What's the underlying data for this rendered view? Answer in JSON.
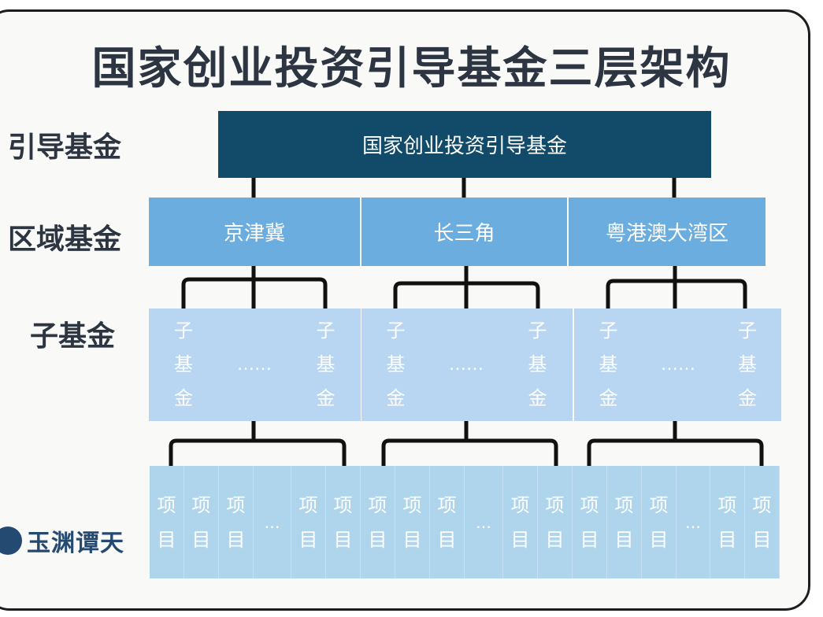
{
  "title": "国家创业投资引导基金三层架构",
  "levels": {
    "guide": "引导基金",
    "region": "区域基金",
    "sub": "子基金"
  },
  "top_fund": "国家创业投资引导基金",
  "regions": [
    "京津冀",
    "长三角",
    "粤港澳大湾区"
  ],
  "sub_fund_label": [
    "子",
    "基",
    "金"
  ],
  "ellipsis_long": "……",
  "ellipsis_short": "…",
  "project_label": [
    "项",
    "目"
  ],
  "logo_text": "玉渊谭天",
  "colors": {
    "top": "#114b69",
    "region": "#6badde",
    "sub": "#b8d6f2",
    "project": "#afd5ed",
    "text": "#2c3541"
  }
}
